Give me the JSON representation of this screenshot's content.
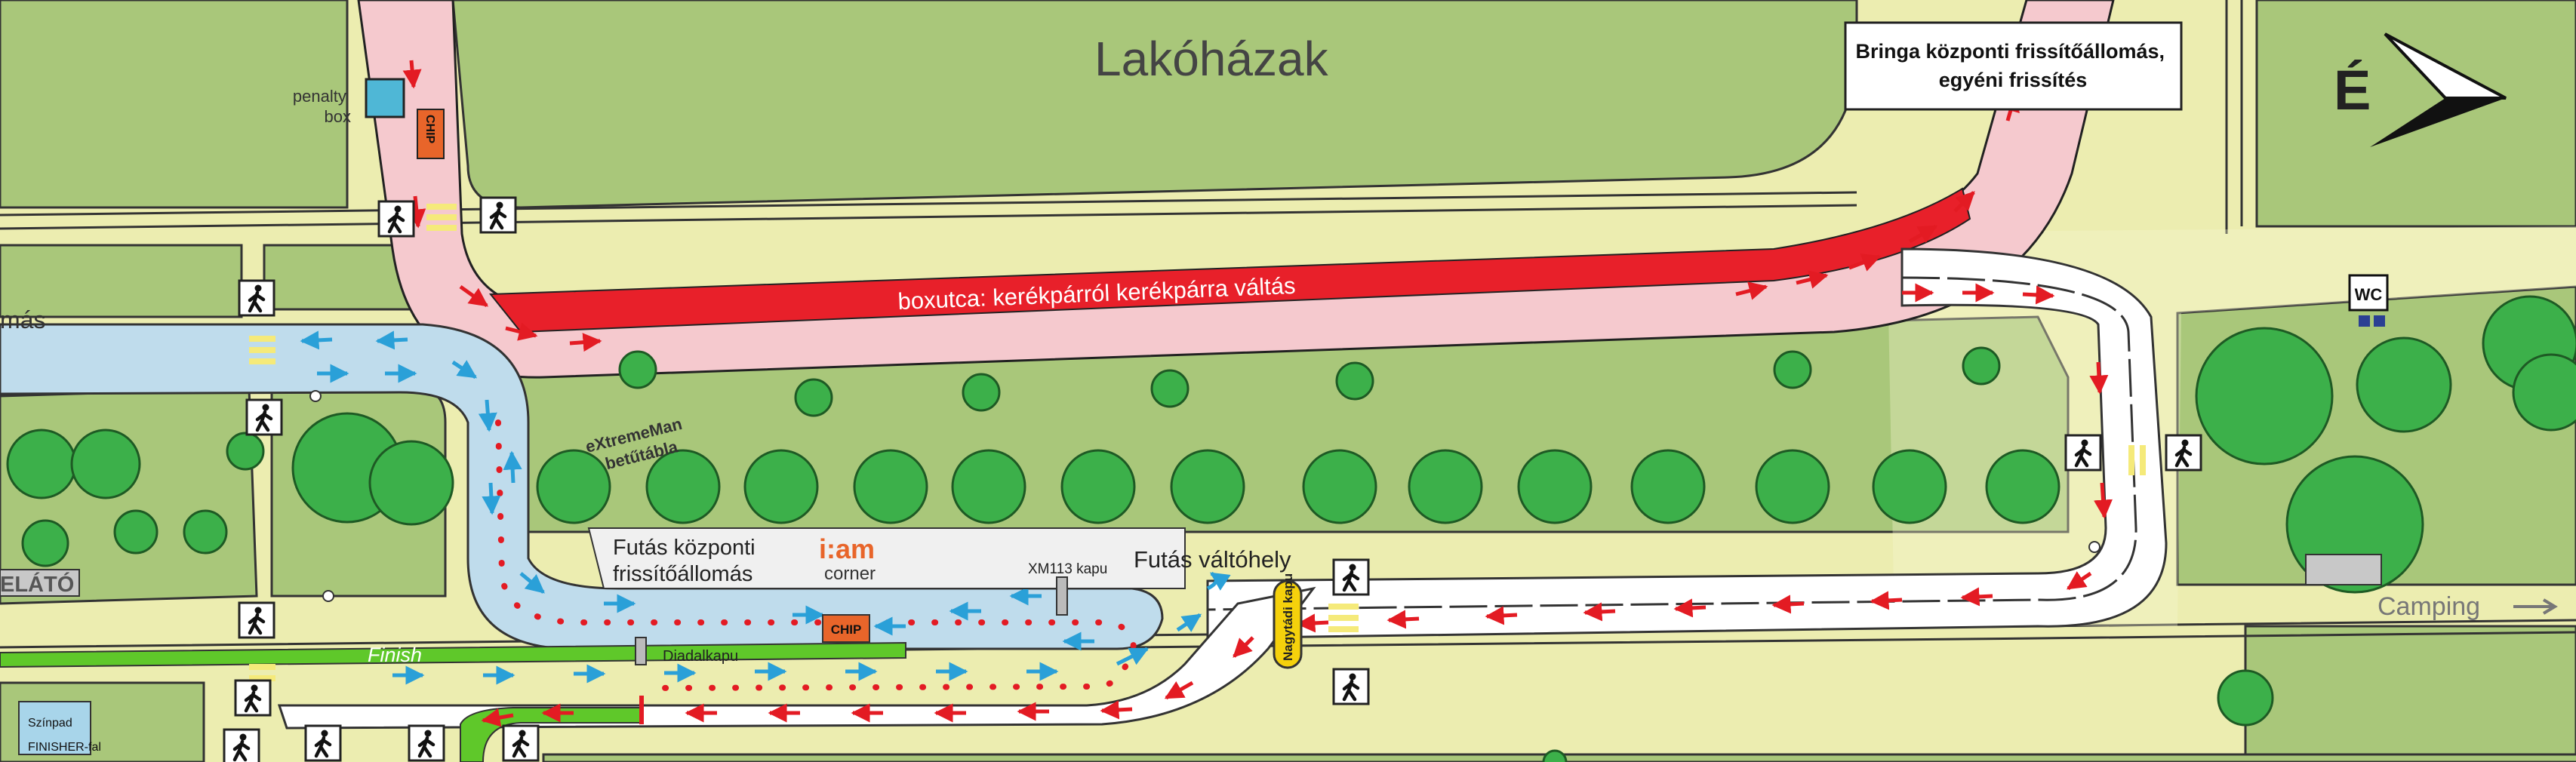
{
  "map": {
    "area_label": "Lakóházak",
    "bike_station": {
      "line1": "Bringa központi frissítőállomás,",
      "line2": "egyéni frissítés"
    },
    "north_letter": "É",
    "penalty_box": {
      "line1": "penalty",
      "line2": "box"
    },
    "chip_label": "CHIP",
    "boxutca_label": "boxutca: kerékpárról kerékpárra váltás",
    "left_edge_text": "más",
    "wc_label": "WC",
    "extrememan": {
      "line1": "eXtremeMan",
      "line2": "betűtábla"
    },
    "run_station": {
      "line1": "Futás központi",
      "line2": "frissítőállomás"
    },
    "iam_logo": "i:am",
    "iam_corner": "corner",
    "xm113_gate": "XM113 kapu",
    "run_transition": "Futás váltóhely",
    "big_gate": "Nagytádi kapu",
    "camping_label": "Camping",
    "grandstand_label": "ELÁTÓ",
    "finish_label": "Finish",
    "triumph_gate": "Diadalkapu",
    "stage": {
      "line1": "Színpad",
      "line2": "FINISHER-fal"
    }
  },
  "colors": {
    "grass": "#a9c77a",
    "light_grass": "#b9d391",
    "road": "#ecedb0",
    "bike_lane": "#f5c9ce",
    "boxutca": "#e8202a",
    "run_blue": "#bfdcec",
    "arrow_red": "#e31b23",
    "arrow_blue": "#2aa0d8",
    "finish_green": "#5fc82a",
    "tree": "#3cb04a"
  }
}
